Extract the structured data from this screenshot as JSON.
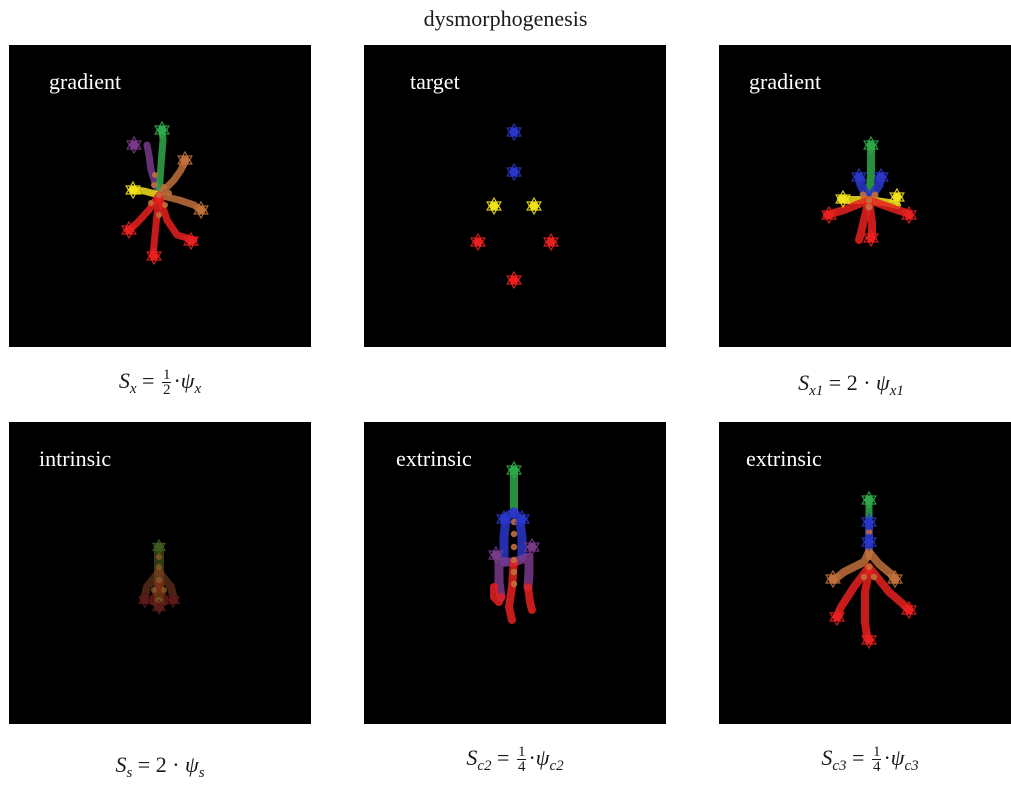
{
  "title": "dysmorphogenesis",
  "panels": [
    {
      "label": "gradient",
      "formula": {
        "sym": "S",
        "sub": "x",
        "num": "1",
        "den": "2",
        "psi": "ψ",
        "psi_sub": "x"
      }
    },
    {
      "label": "target"
    },
    {
      "label": "gradient",
      "formula": {
        "sym": "S",
        "sub": "x1",
        "coef": "2",
        "psi": "ψ",
        "psi_sub": "x1"
      }
    },
    {
      "label": "intrinsic",
      "formula": {
        "sym": "S",
        "sub": "s",
        "coef": "2",
        "psi": "ψ",
        "psi_sub": "s"
      }
    },
    {
      "label": "extrinsic",
      "formula": {
        "sym": "S",
        "sub": "c2",
        "num": "1",
        "den": "4",
        "psi": "ψ",
        "psi_sub": "c2"
      }
    },
    {
      "label": "extrinsic",
      "formula": {
        "sym": "S",
        "sub": "c3",
        "num": "1",
        "den": "4",
        "psi": "ψ",
        "psi_sub": "c3"
      }
    }
  ],
  "colors": {
    "red": "#e8201f",
    "blue": "#2a36c8",
    "green": "#2fa84a",
    "yellow": "#f2e21a",
    "body": "#c0703a",
    "purple": "#7a3a8a",
    "dim": "#5a4020"
  }
}
